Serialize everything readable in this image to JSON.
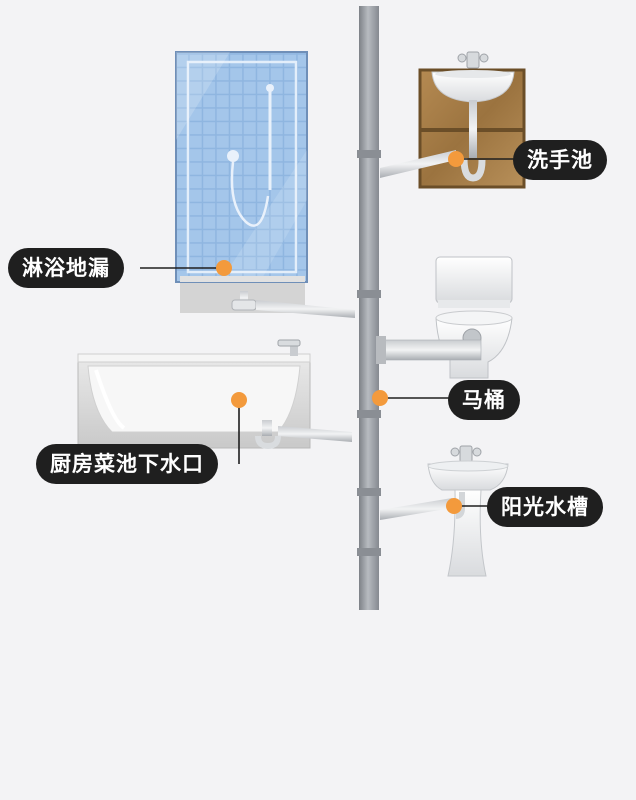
{
  "labels": {
    "shower_drain": "淋浴地漏",
    "wash_basin": "洗手池",
    "toilet": "马桶",
    "kitchen_sink_drain": "厨房菜池下水口",
    "balcony_sink": "阳光水槽"
  },
  "colors": {
    "background": "#f3f3f5",
    "label_bg": "#1f1f1f",
    "label_text": "#ffffff",
    "marker": "#f39a3c",
    "pipe": "#9a9ea4",
    "tile": "#8fb6e0"
  },
  "icons": [
    "shower-icon",
    "wash-basin-icon",
    "toilet-icon",
    "bathtub-icon",
    "pedestal-sink-icon"
  ]
}
